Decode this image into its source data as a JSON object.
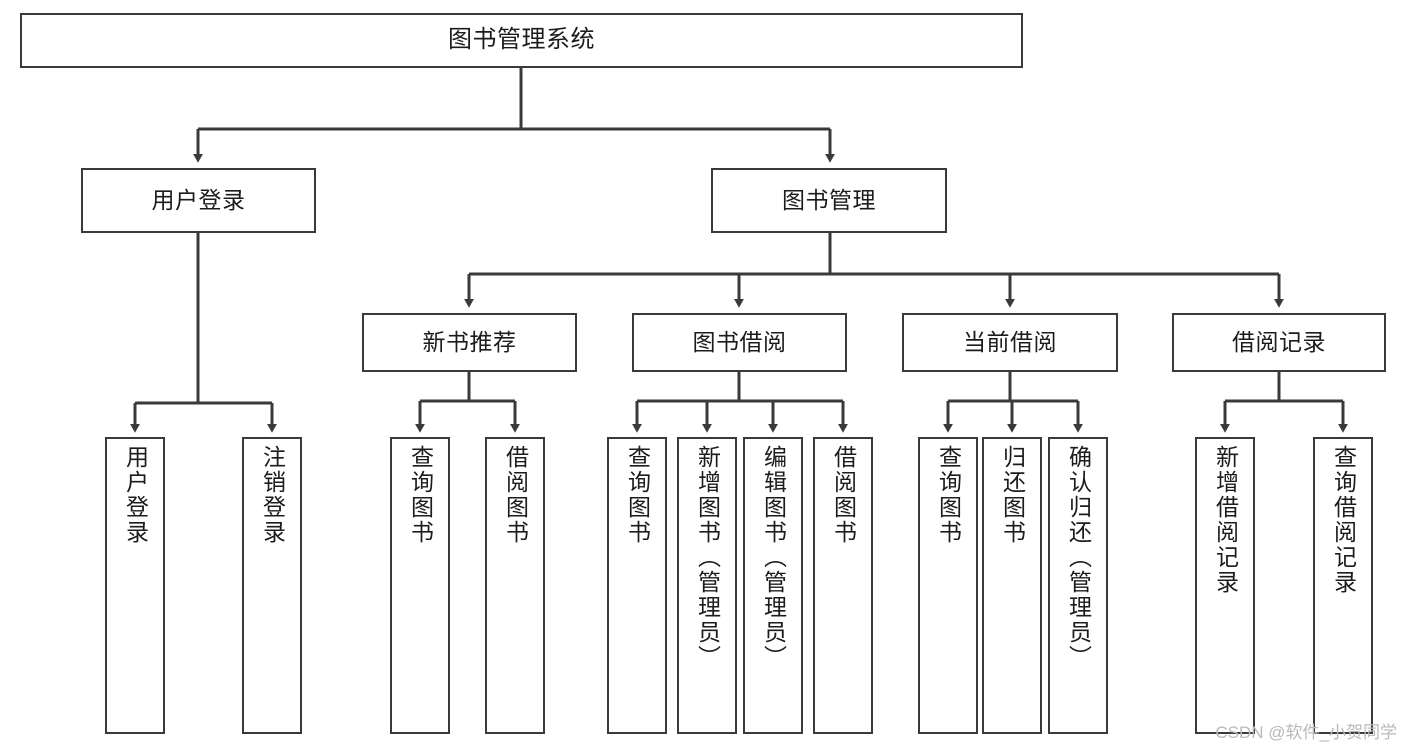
{
  "diagram": {
    "type": "tree-hierarchy-chart",
    "title": "图书管理系统",
    "colors": {
      "box_border": "#3a3a3a",
      "box_fill": "#ffffff",
      "edge": "#3a3a3a",
      "text": "#1c1c1c",
      "watermark": "#b9b9b9",
      "background": "#ffffff"
    },
    "levels": {
      "root": {
        "label": "图书管理系统"
      },
      "level2": [
        {
          "label": "用户登录"
        },
        {
          "label": "图书管理"
        }
      ],
      "level3": [
        {
          "label": "新书推荐"
        },
        {
          "label": "图书借阅"
        },
        {
          "label": "当前借阅"
        },
        {
          "label": "借阅记录"
        }
      ],
      "leaves": {
        "user_login": [
          {
            "label": "用户登录"
          },
          {
            "label": "注销登录"
          }
        ],
        "new_book_recommend": [
          {
            "label": "查询图书"
          },
          {
            "label": "借阅图书"
          }
        ],
        "book_borrow": [
          {
            "label": "查询图书"
          },
          {
            "label": "新增图书（管理员）"
          },
          {
            "label": "编辑图书（管理员）"
          },
          {
            "label": "借阅图书"
          }
        ],
        "current_borrow": [
          {
            "label": "查询图书"
          },
          {
            "label": "归还图书"
          },
          {
            "label": "确认归还（管理员）"
          }
        ],
        "borrow_record": [
          {
            "label": "新增借阅记录"
          },
          {
            "label": "查询借阅记录"
          }
        ]
      }
    }
  },
  "watermark": {
    "text": "CSDN @软件_小贺同学"
  }
}
